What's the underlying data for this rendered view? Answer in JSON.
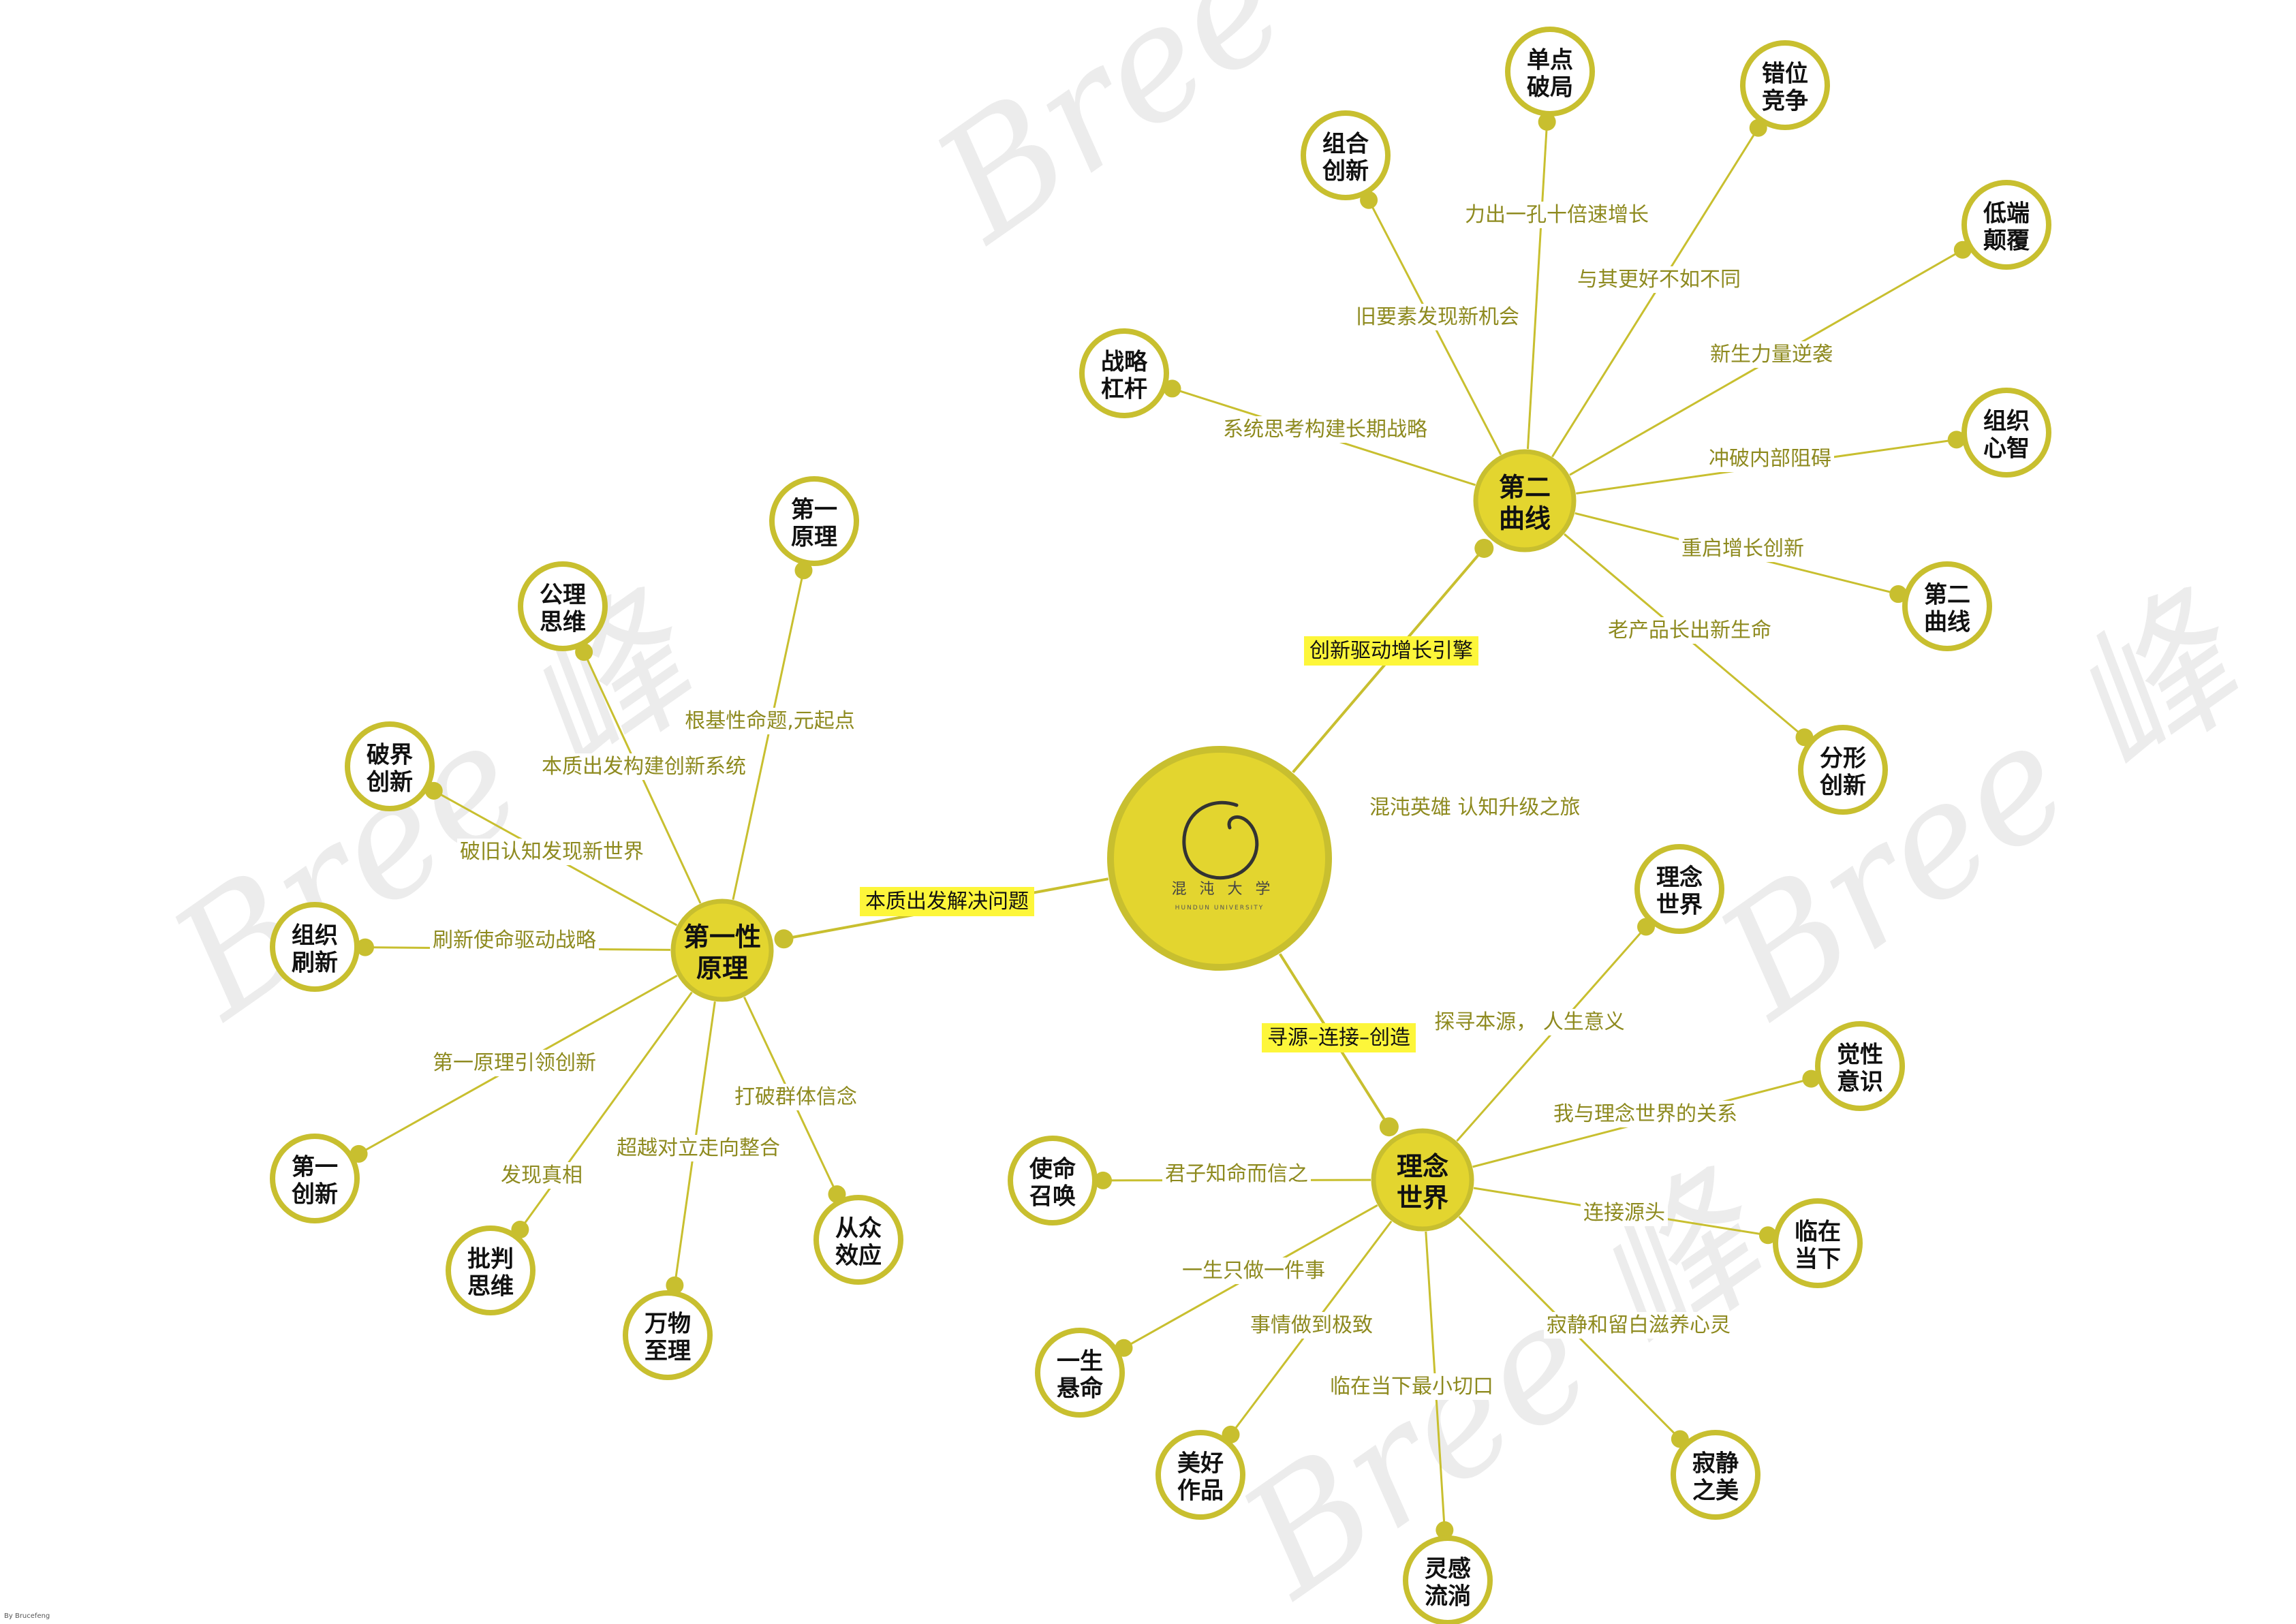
{
  "center": {
    "logo_chinese": "混 沌 大 学",
    "logo_english": "HUNDUN UNIVERSITY",
    "slogan": "混沌英雄 认知升级之旅"
  },
  "watermark": "Bree 峰",
  "credit": "By Brucefeng",
  "colors": {
    "hub": "#e3d52f",
    "node_border": "#c8bf2f",
    "line": "#c8bf2f",
    "label": "#8e8a1f",
    "highlight": "#fdf63a"
  },
  "branches": [
    {
      "id": "first-principle",
      "title_lines": [
        "第一性",
        "原理"
      ],
      "main_label": "本质出发解决问题",
      "children": [
        {
          "label": "根基性命题,元起点",
          "node_lines": [
            "第一",
            "原理"
          ]
        },
        {
          "label": "本质出发构建创新系统",
          "node_lines": [
            "公理",
            "思维"
          ]
        },
        {
          "label": "破旧认知发现新世界",
          "node_lines": [
            "破界",
            "创新"
          ]
        },
        {
          "label": "刷新使命驱动战略",
          "node_lines": [
            "组织",
            "刷新"
          ]
        },
        {
          "label": "第一原理引领创新",
          "node_lines": [
            "第一",
            "创新"
          ]
        },
        {
          "label": "发现真相",
          "node_lines": [
            "批判",
            "思维"
          ]
        },
        {
          "label": "超越对立走向整合",
          "node_lines": [
            "万物",
            "至理"
          ]
        },
        {
          "label": "打破群体信念",
          "node_lines": [
            "从众",
            "效应"
          ]
        }
      ]
    },
    {
      "id": "second-curve",
      "title_lines": [
        "第二",
        "曲线"
      ],
      "main_label": "创新驱动增长引擎",
      "children": [
        {
          "label": "系统思考构建长期战略",
          "node_lines": [
            "战略",
            "杠杆"
          ]
        },
        {
          "label": "旧要素发现新机会",
          "node_lines": [
            "组合",
            "创新"
          ]
        },
        {
          "label": "力出一孔十倍速增长",
          "node_lines": [
            "单点",
            "破局"
          ]
        },
        {
          "label": "与其更好不如不同",
          "node_lines": [
            "错位",
            "竞争"
          ]
        },
        {
          "label": "新生力量逆袭",
          "node_lines": [
            "低端",
            "颠覆"
          ]
        },
        {
          "label": "冲破内部阻碍",
          "node_lines": [
            "组织",
            "心智"
          ]
        },
        {
          "label": "重启增长创新",
          "node_lines": [
            "第二",
            "曲线"
          ]
        },
        {
          "label": "老产品长出新生命",
          "node_lines": [
            "分形",
            "创新"
          ]
        }
      ]
    },
    {
      "id": "idea-world",
      "title_lines": [
        "理念",
        "世界"
      ],
      "main_label": "寻源–连接–创造",
      "children": [
        {
          "label": "探寻本源， 人生意义",
          "node_lines": [
            "理念",
            "世界"
          ]
        },
        {
          "label": "我与理念世界的关系",
          "node_lines": [
            "觉性",
            "意识"
          ]
        },
        {
          "label": "连接源头",
          "node_lines": [
            "临在",
            "当下"
          ]
        },
        {
          "label": "寂静和留白滋养心灵",
          "node_lines": [
            "寂静",
            "之美"
          ]
        },
        {
          "label": "临在当下最小切口",
          "node_lines": [
            "灵感",
            "流淌"
          ]
        },
        {
          "label": "事情做到极致",
          "node_lines": [
            "美好",
            "作品"
          ]
        },
        {
          "label": "一生只做一件事",
          "node_lines": [
            "一生",
            "悬命"
          ]
        },
        {
          "label": "君子知命而信之",
          "node_lines": [
            "使命",
            "召唤"
          ]
        }
      ]
    }
  ]
}
